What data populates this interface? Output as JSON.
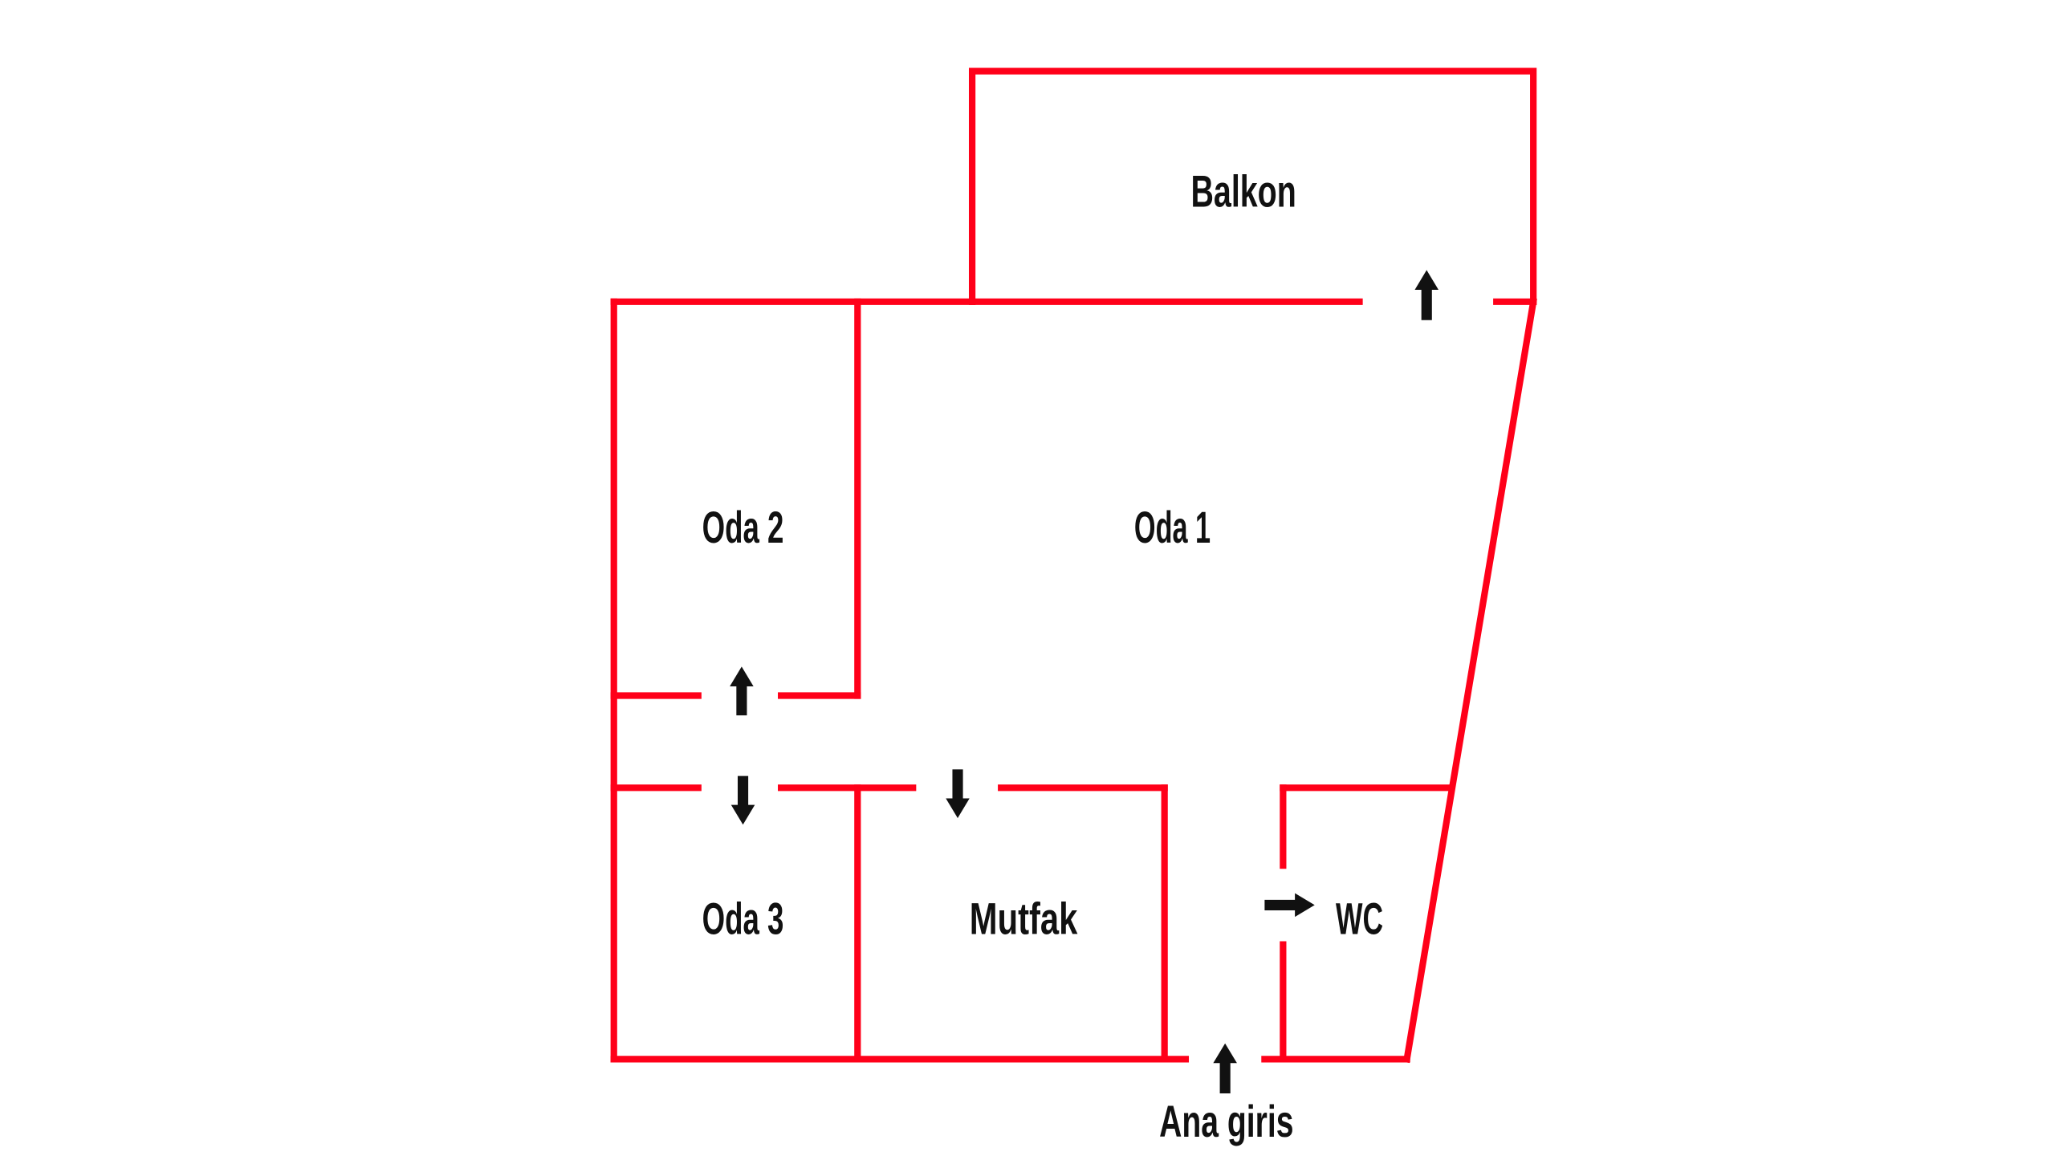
{
  "title": "Floor plan",
  "colors": {
    "wall": "#ff0019",
    "text": "#111111",
    "arrow": "#111111"
  },
  "rooms": {
    "balkon": "Balkon",
    "oda1": "Oda 1",
    "oda2": "Oda 2",
    "oda3": "Oda 3",
    "mutfak": "Mutfak",
    "wc": "WC"
  },
  "entrance": "Ana giris",
  "doors": [
    {
      "from": "Oda 1",
      "to": "Balkon",
      "icon": "arrow-up-icon"
    },
    {
      "from": "Oda 1",
      "to": "Oda 2",
      "icon": "arrow-up-icon"
    },
    {
      "from": "Oda 1",
      "to": "Oda 3",
      "icon": "arrow-down-icon"
    },
    {
      "from": "Oda 1",
      "to": "Mutfak",
      "icon": "arrow-down-icon"
    },
    {
      "from": "Oda 1",
      "to": "WC",
      "icon": "arrow-right-icon"
    },
    {
      "from": "Ana giris",
      "to": "Oda 1",
      "icon": "arrow-up-icon"
    }
  ]
}
